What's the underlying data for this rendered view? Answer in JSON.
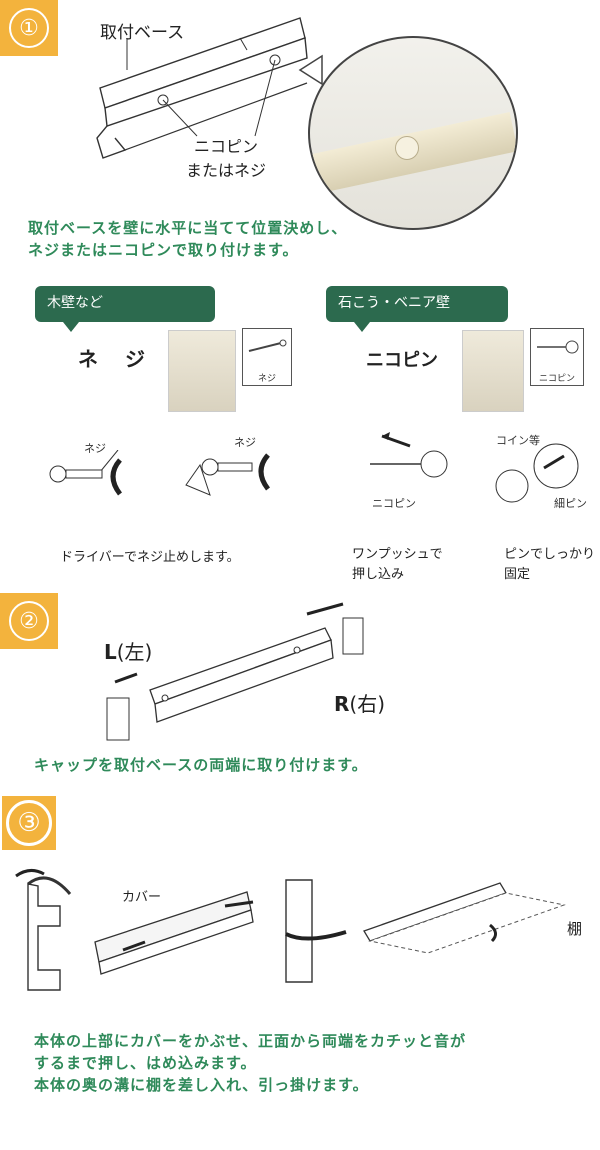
{
  "steps": {
    "s1": {
      "num": "①"
    },
    "s2": {
      "num": "②"
    },
    "s3": {
      "num": "③"
    }
  },
  "step1": {
    "label_base": "取付ベース",
    "label_pin_1": "ニコピン",
    "label_pin_2": "またはネジ",
    "instruction_1": "取付ベースを壁に水平に当てて位置決めし、",
    "instruction_2": "ネジまたはニコピンで取り付けます。"
  },
  "wall_types": {
    "wood": {
      "tag": "木壁など",
      "title": "ネ ジ",
      "icon_caption": "ネジ",
      "detail_label_1": "ネジ",
      "detail_label_2": "ネジ",
      "note": "ドライバーでネジ止めします。"
    },
    "plaster": {
      "tag": "石こう・ベニア壁",
      "title": "ニコピン",
      "icon_caption": "ニコピン",
      "detail_label_pin": "ニコピン",
      "detail_label_coin": "コイン等",
      "detail_label_thin": "細ピン",
      "note_a_1": "ワンプッシュで",
      "note_a_2": "押し込み",
      "note_b_1": "ピンでしっかり",
      "note_b_2": "固定"
    }
  },
  "step2": {
    "left_bold": "L",
    "left_paren": "(左)",
    "right_bold": "R",
    "right_paren": "(右)",
    "instruction": "キャップを取付ベースの両端に取り付けます。"
  },
  "step3": {
    "label_cover": "カバー",
    "label_shelf": "棚",
    "instruction_1": "本体の上部にカバーをかぶせ、正面から両端をカチッと音が",
    "instruction_2": "するまで押し、はめ込みます。",
    "instruction_3": "本体の奥の溝に棚を差し入れ、引っ掛けます。"
  },
  "colors": {
    "badge": "#f3b33d",
    "green_text": "#2f8a5a",
    "tag_bg": "#2c6a4e"
  }
}
